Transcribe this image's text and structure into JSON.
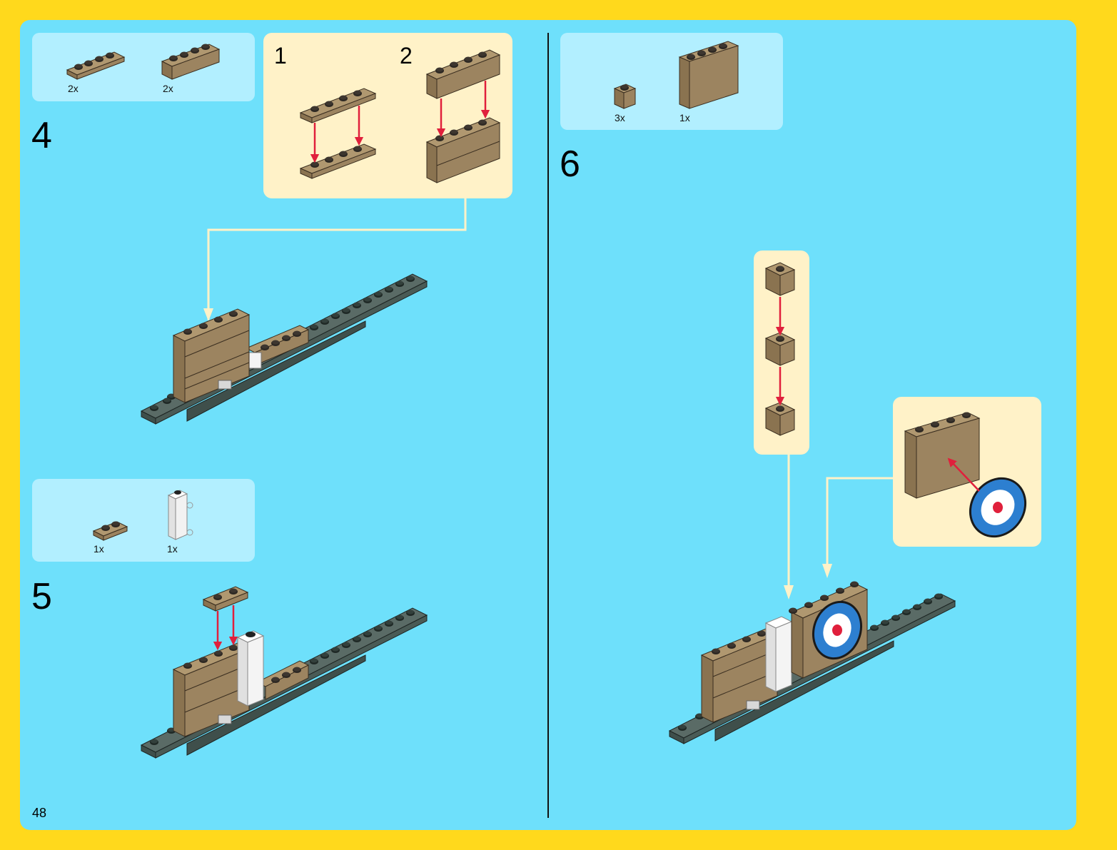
{
  "page_number": "48",
  "steps": [
    {
      "number": "4",
      "parts": [
        {
          "qty": "2x",
          "name": "plate-1x4-icon"
        },
        {
          "qty": "2x",
          "name": "brick-1x4-icon"
        }
      ],
      "substeps": [
        "1",
        "2"
      ]
    },
    {
      "number": "5",
      "parts": [
        {
          "qty": "1x",
          "name": "plate-1x2-icon"
        },
        {
          "qty": "1x",
          "name": "white-clip-brick-icon"
        }
      ]
    },
    {
      "number": "6",
      "parts": [
        {
          "qty": "3x",
          "name": "brick-1x1-icon"
        },
        {
          "qty": "1x",
          "name": "panel-1x4x3-icon"
        }
      ]
    }
  ],
  "colors": {
    "border": "#ffd91c",
    "background": "#6ee0fb",
    "parts_box": "#b2efff",
    "callout": "#fff2c8",
    "tan": "#9c8460",
    "dark_grey": "#3f4f4b",
    "arrow_red": "#e0203c"
  }
}
